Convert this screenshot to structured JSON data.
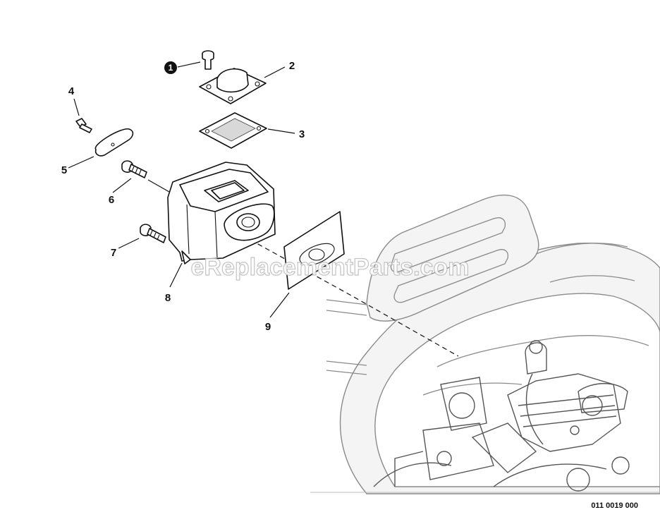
{
  "diagram": {
    "callouts": [
      {
        "id": "1",
        "label": "1",
        "style": "circled"
      },
      {
        "id": "2",
        "label": "2"
      },
      {
        "id": "3",
        "label": "3"
      },
      {
        "id": "4",
        "label": "4"
      },
      {
        "id": "5",
        "label": "5"
      },
      {
        "id": "6",
        "label": "6"
      },
      {
        "id": "7",
        "label": "7"
      },
      {
        "id": "8",
        "label": "8"
      },
      {
        "id": "9",
        "label": "9"
      }
    ],
    "watermark": "eReplacementParts.com",
    "doc_number": "011 0019 000"
  }
}
